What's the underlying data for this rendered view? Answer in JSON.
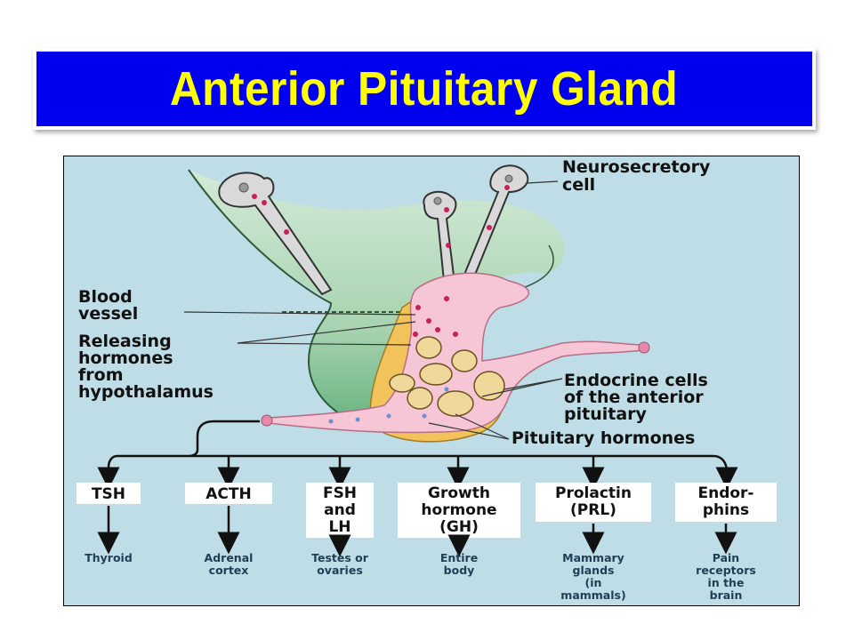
{
  "slide": {
    "title": "Anterior Pituitary Gland",
    "colors": {
      "banner_bg": "#0000ee",
      "banner_text": "#ffff00",
      "diagram_bg": "#bfdde6",
      "hypothalamus_green": "#5fae78",
      "vessel_pink": "#f6c6d6",
      "gland_yellow": "#f3c35b",
      "dot_red": "#c8205a"
    }
  },
  "diagram": {
    "labels": {
      "neurosecretory_cell": [
        "Neurosecretory",
        "cell"
      ],
      "blood_vessel": [
        "Blood",
        "vessel"
      ],
      "releasing_hormones": [
        "Releasing",
        "hormones",
        "from",
        "hypothalamus"
      ],
      "endocrine_cells": [
        "Endocrine cells",
        "of the anterior",
        "pituitary"
      ],
      "pituitary_hormones": "Pituitary hormones"
    },
    "hormones": [
      {
        "name": [
          "TSH"
        ],
        "target": [
          "Thyroid"
        ]
      },
      {
        "name": [
          "ACTH"
        ],
        "target": [
          "Adrenal",
          "cortex"
        ]
      },
      {
        "name": [
          "FSH",
          "and",
          "LH"
        ],
        "target": [
          "Testes or",
          "ovaries"
        ]
      },
      {
        "name": [
          "Growth",
          "hormone",
          "(GH)"
        ],
        "target": [
          "Entire",
          "body"
        ]
      },
      {
        "name": [
          "Prolactin",
          "(PRL)"
        ],
        "target": [
          "Mammary",
          "glands",
          "(in",
          "mammals)"
        ]
      },
      {
        "name": [
          "Endor-",
          "phins"
        ],
        "target": [
          "Pain",
          "receptors",
          "in the",
          "brain"
        ]
      }
    ]
  }
}
